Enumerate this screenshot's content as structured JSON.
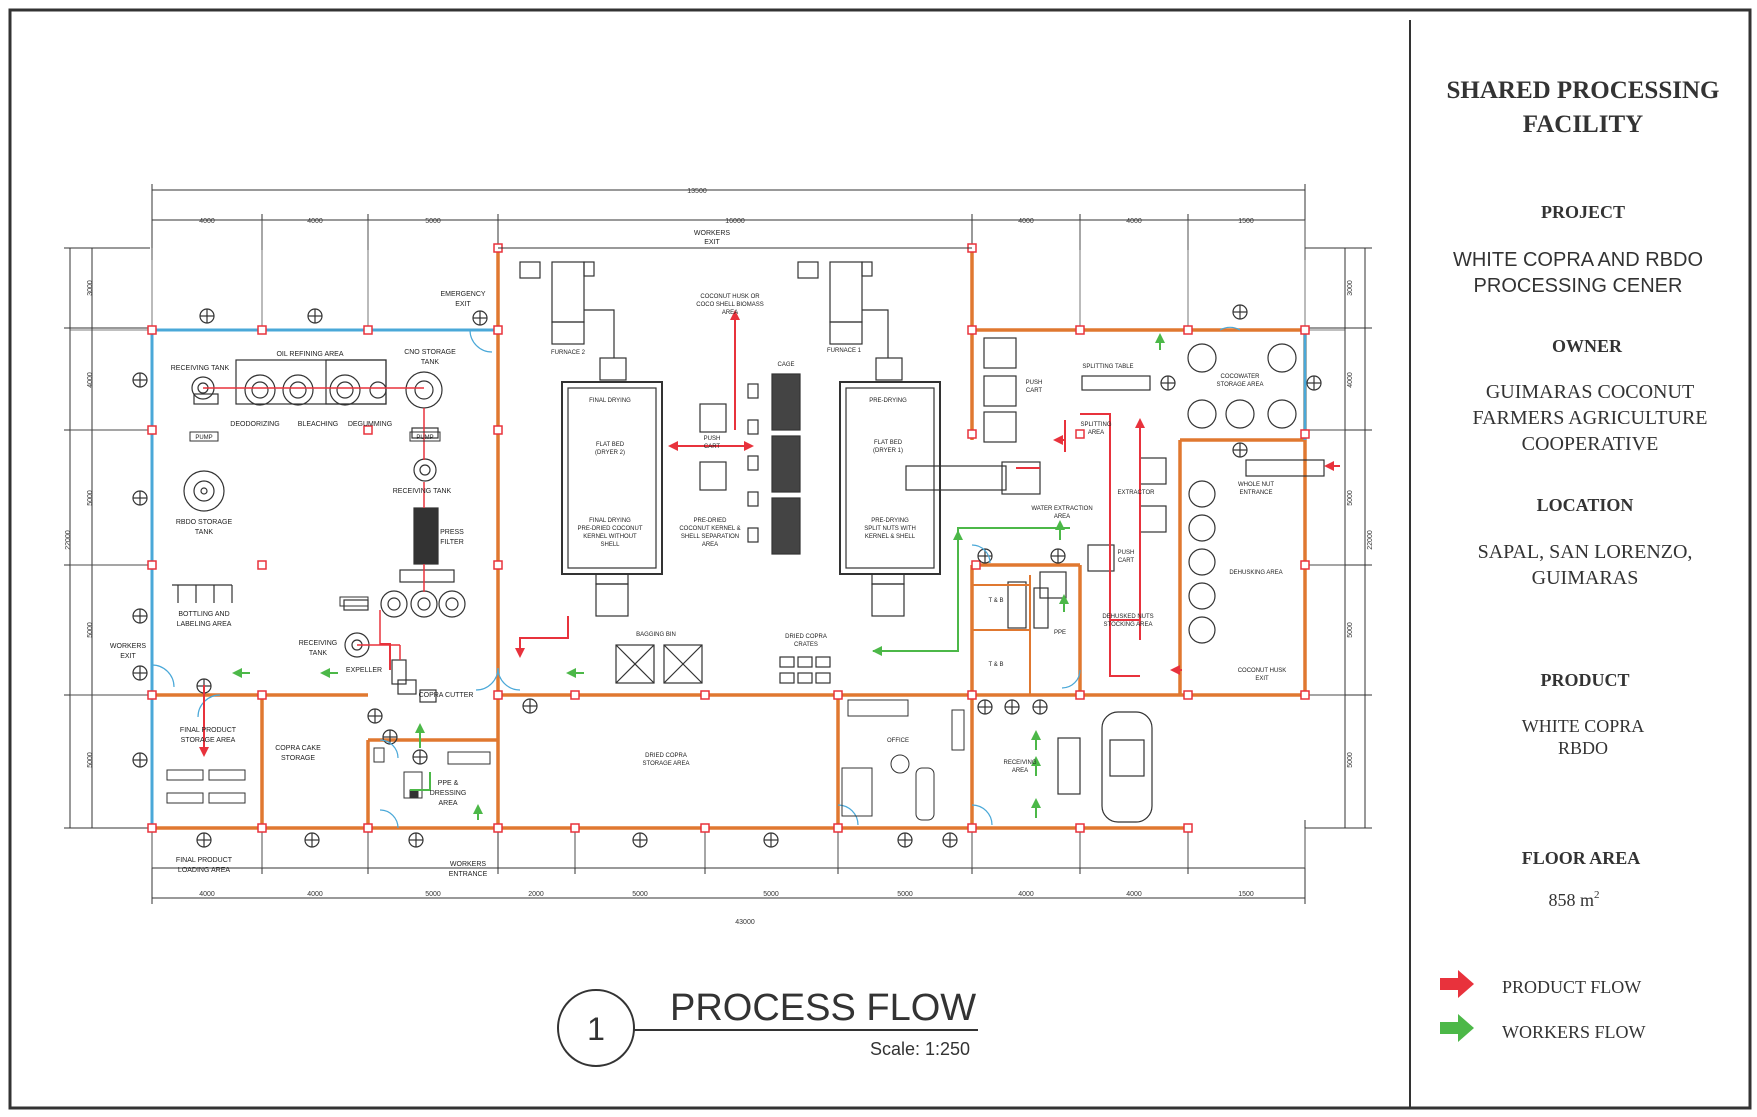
{
  "title_block": {
    "title_line1": "SHARED PROCESSING",
    "title_line2": "FACILITY",
    "project_label": "PROJECT",
    "project_line1": "WHITE COPRA AND RBDO",
    "project_line2": "PROCESSING CENER",
    "owner_label": "OWNER",
    "owner_line1": "GUIMARAS COCONUT",
    "owner_line2": "FARMERS AGRICULTURE",
    "owner_line3": "COOPERATIVE",
    "location_label": "LOCATION",
    "location_line1": "SAPAL, SAN LORENZO,",
    "location_line2": "GUIMARAS",
    "product_label": "PRODUCT",
    "product_line1": "WHITE COPRA",
    "product_line2": "RBDO",
    "floor_area_label": "FLOOR AREA",
    "floor_area_value": "858 m",
    "floor_area_unit_sup": "2"
  },
  "legend": {
    "product_flow": "PRODUCT FLOW",
    "workers_flow": "WORKERS FLOW",
    "product_color": "#e8323c",
    "workers_color": "#4cb848"
  },
  "drawing": {
    "number": "1",
    "name": "PROCESS FLOW",
    "scale": "Scale: 1:250"
  },
  "dimensions": {
    "top_overall": "13500",
    "top_mid": "16000",
    "top_segments": [
      "4000",
      "4000",
      "5000",
      "4000",
      "4000",
      "1500"
    ],
    "bottom_overall": "43000",
    "bottom_segments": [
      "4000",
      "4000",
      "5000",
      "2000",
      "5000",
      "5000",
      "5000",
      "4000",
      "4000",
      "1500"
    ],
    "left_overall": "22000",
    "left_segments": [
      "3000",
      "4000",
      "5000",
      "5000",
      "5000"
    ],
    "right_overall": "22000",
    "right_segments": [
      "3000",
      "4000",
      "5000",
      "5000",
      "5000"
    ]
  },
  "rooms": {
    "workers_exit_top": "WORKERS",
    "workers_exit_top2": "EXIT",
    "emergency_exit": "EMERGENCY",
    "emergency_exit2": "EXIT",
    "receiving_tank_1": "RECEIVING TANK",
    "oil_refining": "OIL REFINING AREA",
    "cno_storage": "CNO STORAGE",
    "cno_storage2": "TANK",
    "deodorizing": "DEODORIZING",
    "bleaching": "BLEACHING",
    "degumming": "DEGUMMING",
    "pump_1": "PUMP",
    "pump_2": "PUMP",
    "receiving_tank_2": "RECEIVING TANK",
    "rbdo_storage": "RBDO STORAGE",
    "rbdo_storage2": "TANK",
    "press_filter": "PRESS",
    "press_filter2": "FILTER",
    "bottling": "BOTTLING AND",
    "bottling2": "LABELING AREA",
    "receiving_tank_3": "RECEIVING",
    "receiving_tank_3b": "TANK",
    "expeller": "EXPELLER",
    "copra_cutter": "COPRA CUTTER",
    "workers_exit_left": "WORKERS",
    "workers_exit_left2": "EXIT",
    "final_product_storage": "FINAL PRODUCT",
    "final_product_storage2": "STORAGE AREA",
    "copra_cake": "COPRA CAKE",
    "copra_cake2": "STORAGE",
    "ppe": "PPE &",
    "ppe2": "DRESSING",
    "ppe3": "AREA",
    "final_loading": "FINAL PRODUCT",
    "final_loading2": "LOADING AREA",
    "workers_entrance": "WORKERS",
    "workers_entrance2": "ENTRANCE",
    "furnace_2": "FURNACE 2",
    "furnace_1": "FURNACE 1",
    "coconut_husk": "COCONUT HUSK OR",
    "coconut_husk2": "COCO SHELL BIOMASS",
    "coconut_husk3": "AREA",
    "final_drying": "FINAL DRYING",
    "flat_bed_2": "FLAT BED",
    "flat_bed_2b": "(DRYER 2)",
    "final_drying_note": "FINAL DRYING",
    "final_drying_note2": "PRE-DRIED COCONUT",
    "final_drying_note3": "KERNEL WITHOUT",
    "final_drying_note4": "SHELL",
    "push_cart_1": "PUSH",
    "push_cart_1b": "CART",
    "cage": "CAGE",
    "pre_dried": "PRE-DRIED",
    "pre_dried2": "COCONUT KERNEL &",
    "pre_dried3": "SHELL SEPARATION",
    "pre_dried4": "AREA",
    "pre_drying": "PRE-DRYING",
    "flat_bed_1": "FLAT BED",
    "flat_bed_1b": "(DRYER 1)",
    "pre_drying_note": "PRE-DRYING",
    "pre_drying_note2": "SPLIT NUTS WITH",
    "pre_drying_note3": "KERNEL & SHELL",
    "bagging_bin": "BAGGING BIN",
    "dried_copra_crates": "DRIED COPRA",
    "dried_copra_crates2": "CRATES",
    "dried_copra_storage": "DRIED COPRA",
    "dried_copra_storage2": "STORAGE AREA",
    "office": "OFFICE",
    "push_cart_2": "PUSH",
    "push_cart_2b": "CART",
    "splitting_table": "SPLITTING TABLE",
    "cocowater": "COCOWATER",
    "cocowater2": "STORAGE AREA",
    "splitting_area": "SPLITTING",
    "splitting_area2": "AREA",
    "extractor": "EXTRACTOR",
    "water_extraction": "WATER EXTRACTION",
    "water_extraction2": "AREA",
    "whole_nut": "WHOLE NUT",
    "whole_nut2": "ENTRANCE",
    "push_cart_3": "PUSH",
    "push_cart_3b": "CART",
    "dehusking": "DEHUSKING AREA",
    "dehusked_nuts": "DEHUSKED NUTS",
    "dehusked_nuts2": "STOCKING AREA",
    "tb_1": "T & B",
    "tb_2": "T & B",
    "ppe_small": "PPE",
    "coconut_husk_exit": "COCONUT HUSK",
    "coconut_husk_exit2": "EXIT",
    "receiving_area": "RECEIVING",
    "receiving_area2": "AREA"
  }
}
